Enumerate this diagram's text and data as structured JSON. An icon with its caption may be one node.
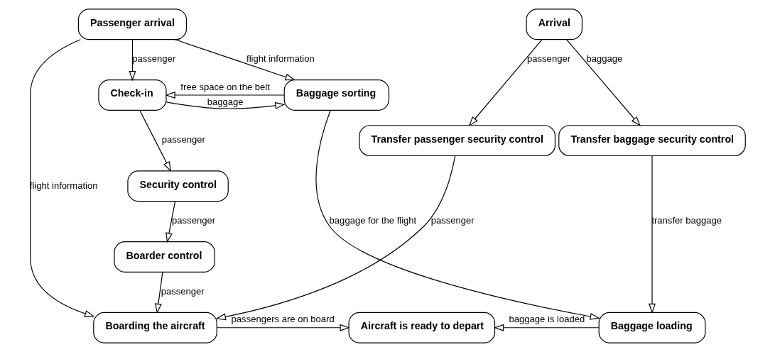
{
  "diagram": {
    "nodes": [
      {
        "text": [
          "Passenger arrival"
        ]
      },
      {
        "text": [
          "Check-in"
        ]
      },
      {
        "text": [
          "Baggage sorting"
        ]
      },
      {
        "text": [
          "Security control"
        ]
      },
      {
        "text": [
          "Boarder control"
        ]
      },
      {
        "text": [
          "Boarding the aircraft"
        ]
      },
      {
        "text": [
          "Aircraft is ready to depart"
        ]
      },
      {
        "text": [
          "Arrival"
        ]
      },
      {
        "text": [
          "Transfer passenger security control"
        ]
      },
      {
        "text": [
          "Transfer baggage security control"
        ]
      },
      {
        "text": [
          "Baggage loading"
        ]
      }
    ],
    "edges": [
      {
        "from": 0,
        "to": 1,
        "arrow": "to",
        "label": "passenger"
      },
      {
        "from": 0,
        "to": 5,
        "arrow": "to",
        "label": "flight information"
      },
      {
        "from": 0,
        "to": 2,
        "arrow": "to",
        "label": "flight information"
      },
      {
        "from": 1,
        "to": 2,
        "arrow": "to",
        "label": "baggage"
      },
      {
        "from": 2,
        "to": 1,
        "arrow": "to",
        "label": "free space on the belt"
      },
      {
        "from": 1,
        "to": 3,
        "arrow": "to",
        "label": "passenger"
      },
      {
        "from": 3,
        "to": 4,
        "arrow": "to",
        "label": "passenger"
      },
      {
        "from": 4,
        "to": 5,
        "arrow": "to",
        "label": "passenger"
      },
      {
        "from": 8,
        "to": 5,
        "arrow": "to",
        "label": "passenger"
      },
      {
        "from": 5,
        "to": 6,
        "arrow": "to",
        "label": "passengers are on board"
      },
      {
        "from": 10,
        "to": 6,
        "arrow": "to",
        "label": "baggage is loaded"
      },
      {
        "from": 7,
        "to": 8,
        "arrow": "to",
        "label": "passenger"
      },
      {
        "from": 7,
        "to": 9,
        "arrow": "to",
        "label": "baggage"
      },
      {
        "from": 9,
        "to": 10,
        "arrow": "to",
        "label": "transfer baggage"
      },
      {
        "from": 2,
        "to": 10,
        "arrow": "to",
        "label": "baggage for the flight"
      }
    ]
  }
}
